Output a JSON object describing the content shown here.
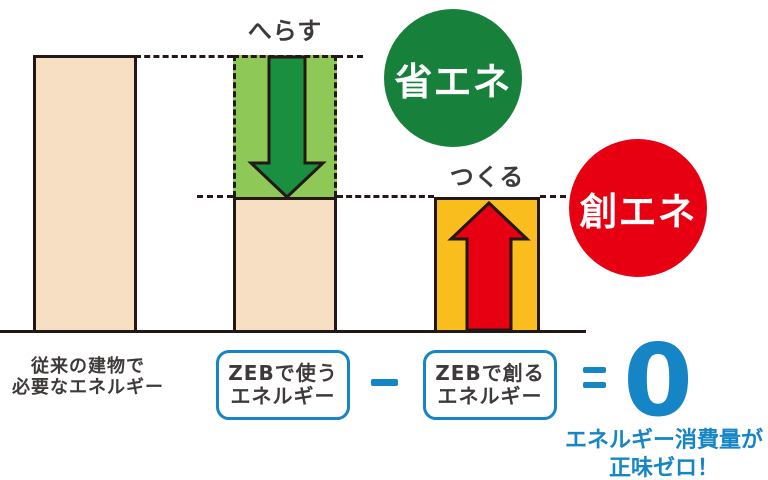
{
  "diagram": {
    "title_concept": "ZEB net-zero energy diagram",
    "labels": {
      "herasu": "へらす",
      "tsukuru": "つくる",
      "save_energy_badge": "省エネ",
      "create_energy_badge": "創エネ",
      "conventional": {
        "line1": "従来の建物で",
        "line2": "必要なエネルギー"
      },
      "zeb_use": {
        "line1": "ZEBで使う",
        "line2": "エネルギー"
      },
      "zeb_create": {
        "line1": "ZEBで創る",
        "line2": "エネルギー"
      },
      "minus": "−",
      "equals": "＝",
      "zero": "0",
      "result": {
        "line1": "エネルギー消費量が",
        "line2": "正味ゼロ！"
      }
    },
    "bars": [
      {
        "name": "conventional-energy",
        "relative_height": 1.0,
        "fill": "#F6DFC2"
      },
      {
        "name": "zeb-energy-used",
        "relative_height": 0.49,
        "fill": "#F6DFC2"
      },
      {
        "name": "energy-saving-zone",
        "relative_height": 0.51,
        "fill": "#8EC856"
      },
      {
        "name": "zeb-energy-created",
        "relative_height": 0.49,
        "fill": "#F9BE1E"
      }
    ],
    "colors": {
      "bar_fill_beige": "#F6DFC2",
      "bar_border": "#231815",
      "saving_zone_green": "#8EC856",
      "down_arrow_green": "#1A8F3F",
      "save_badge_green": "#17813C",
      "create_red": "#E60012",
      "create_bar_yellow": "#F9BE1E",
      "accent_blue": "#1585C6",
      "text_dark": "#3E3A39"
    }
  }
}
